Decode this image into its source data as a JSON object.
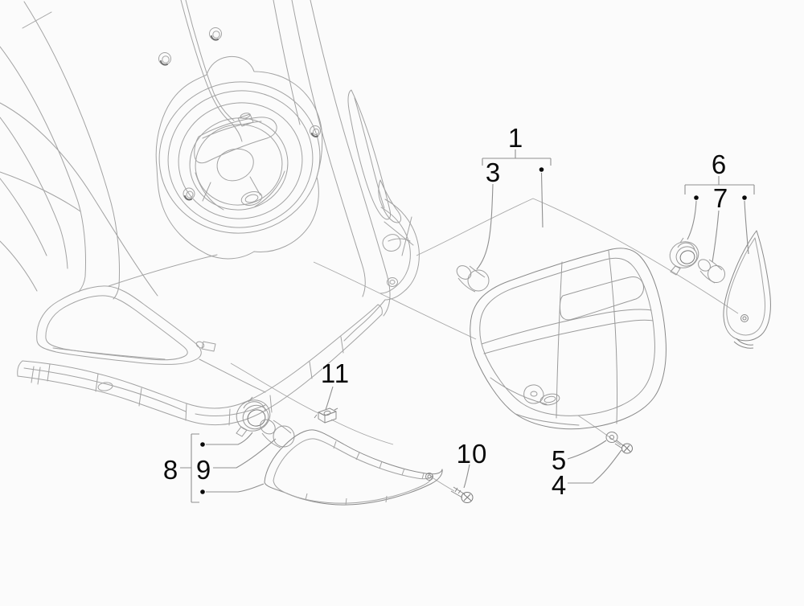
{
  "diagram": {
    "type": "exploded-parts-diagram",
    "subject": "scooter rear tail light and turn signal assemblies",
    "background": "#fbfbfb",
    "line_color": "#a3a3a3",
    "dark_line_color": "#7a7a7a",
    "leader_color": "#8f8f8f",
    "label_color": "#0a0a0a",
    "callouts": [
      {
        "label": "1"
      },
      {
        "label": "3"
      },
      {
        "label": "4"
      },
      {
        "label": "5"
      },
      {
        "label": "6"
      },
      {
        "label": "7"
      },
      {
        "label": "8"
      },
      {
        "label": "9"
      },
      {
        "label": "10"
      },
      {
        "label": "11"
      }
    ]
  }
}
